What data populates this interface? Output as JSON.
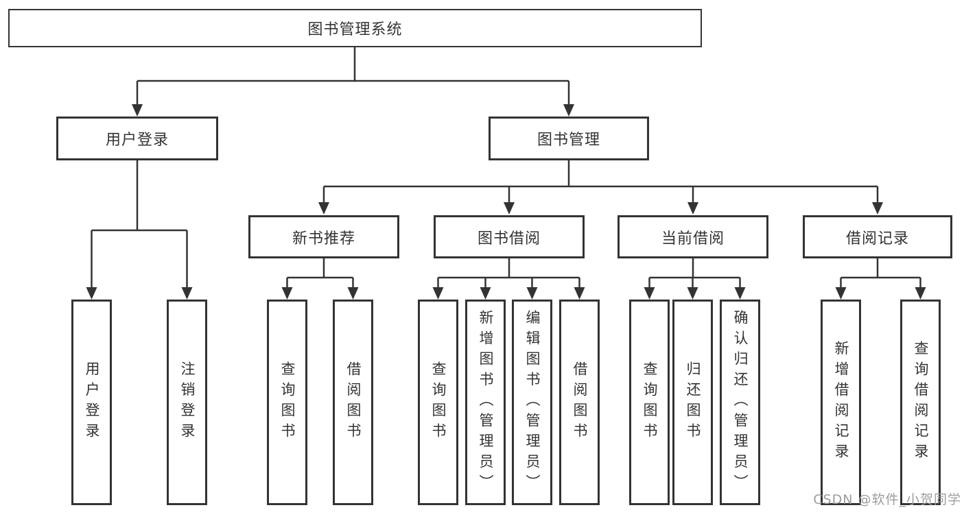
{
  "diagram_title": "图书管理系统",
  "colors": {
    "line": "#333333",
    "text": "#333333",
    "background": "#ffffff",
    "watermark": "#9c9c9c"
  },
  "tree": {
    "label": "图书管理系统",
    "children": [
      {
        "label": "用户登录",
        "children": [
          {
            "label": "用户登录"
          },
          {
            "label": "注销登录"
          }
        ]
      },
      {
        "label": "图书管理",
        "children": [
          {
            "label": "新书推荐",
            "children": [
              {
                "label": "查询图书"
              },
              {
                "label": "借阅图书"
              }
            ]
          },
          {
            "label": "图书借阅",
            "children": [
              {
                "label": "查询图书"
              },
              {
                "label": "新增图书（管理员）"
              },
              {
                "label": "编辑图书（管理员）"
              },
              {
                "label": "借阅图书"
              }
            ]
          },
          {
            "label": "当前借阅",
            "children": [
              {
                "label": "查询图书"
              },
              {
                "label": "归还图书"
              },
              {
                "label": "确认归还（管理员）"
              }
            ]
          },
          {
            "label": "借阅记录",
            "children": [
              {
                "label": "新增借阅记录"
              },
              {
                "label": "查询借阅记录"
              }
            ]
          }
        ]
      }
    ]
  },
  "watermark": {
    "text": "CSDN @软件_小贺同学"
  }
}
